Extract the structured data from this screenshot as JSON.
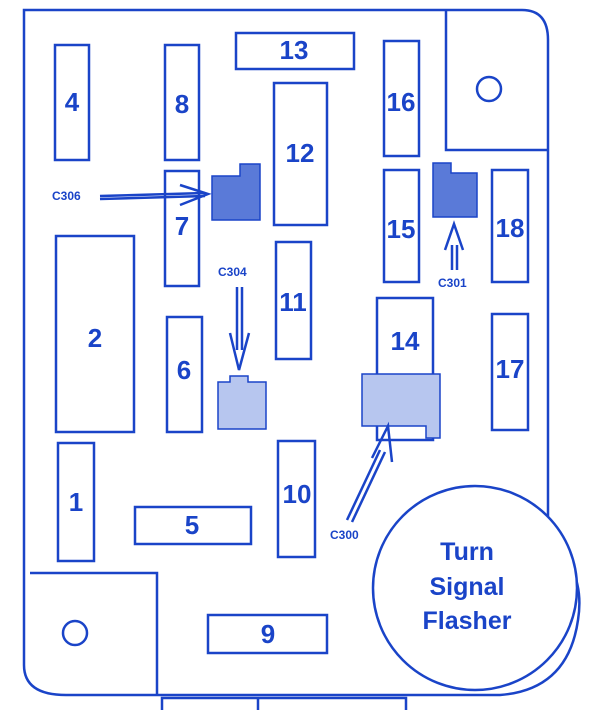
{
  "fuses": [
    {
      "label": "1"
    },
    {
      "label": "2"
    },
    {
      "label": "4"
    },
    {
      "label": "5"
    },
    {
      "label": "6"
    },
    {
      "label": "7"
    },
    {
      "label": "8"
    },
    {
      "label": "9"
    },
    {
      "label": "10"
    },
    {
      "label": "11"
    },
    {
      "label": "12"
    },
    {
      "label": "13"
    },
    {
      "label": "14"
    },
    {
      "label": "15"
    },
    {
      "label": "16"
    },
    {
      "label": "17"
    },
    {
      "label": "18"
    }
  ],
  "connectors": {
    "c306": "C306",
    "c304": "C304",
    "c301": "C301",
    "c300": "C300"
  },
  "flasher": {
    "line1": "Turn",
    "line2": "Signal",
    "line3": "Flasher"
  },
  "colors": {
    "ink": "#1a44c8",
    "background": "#ffffff"
  }
}
